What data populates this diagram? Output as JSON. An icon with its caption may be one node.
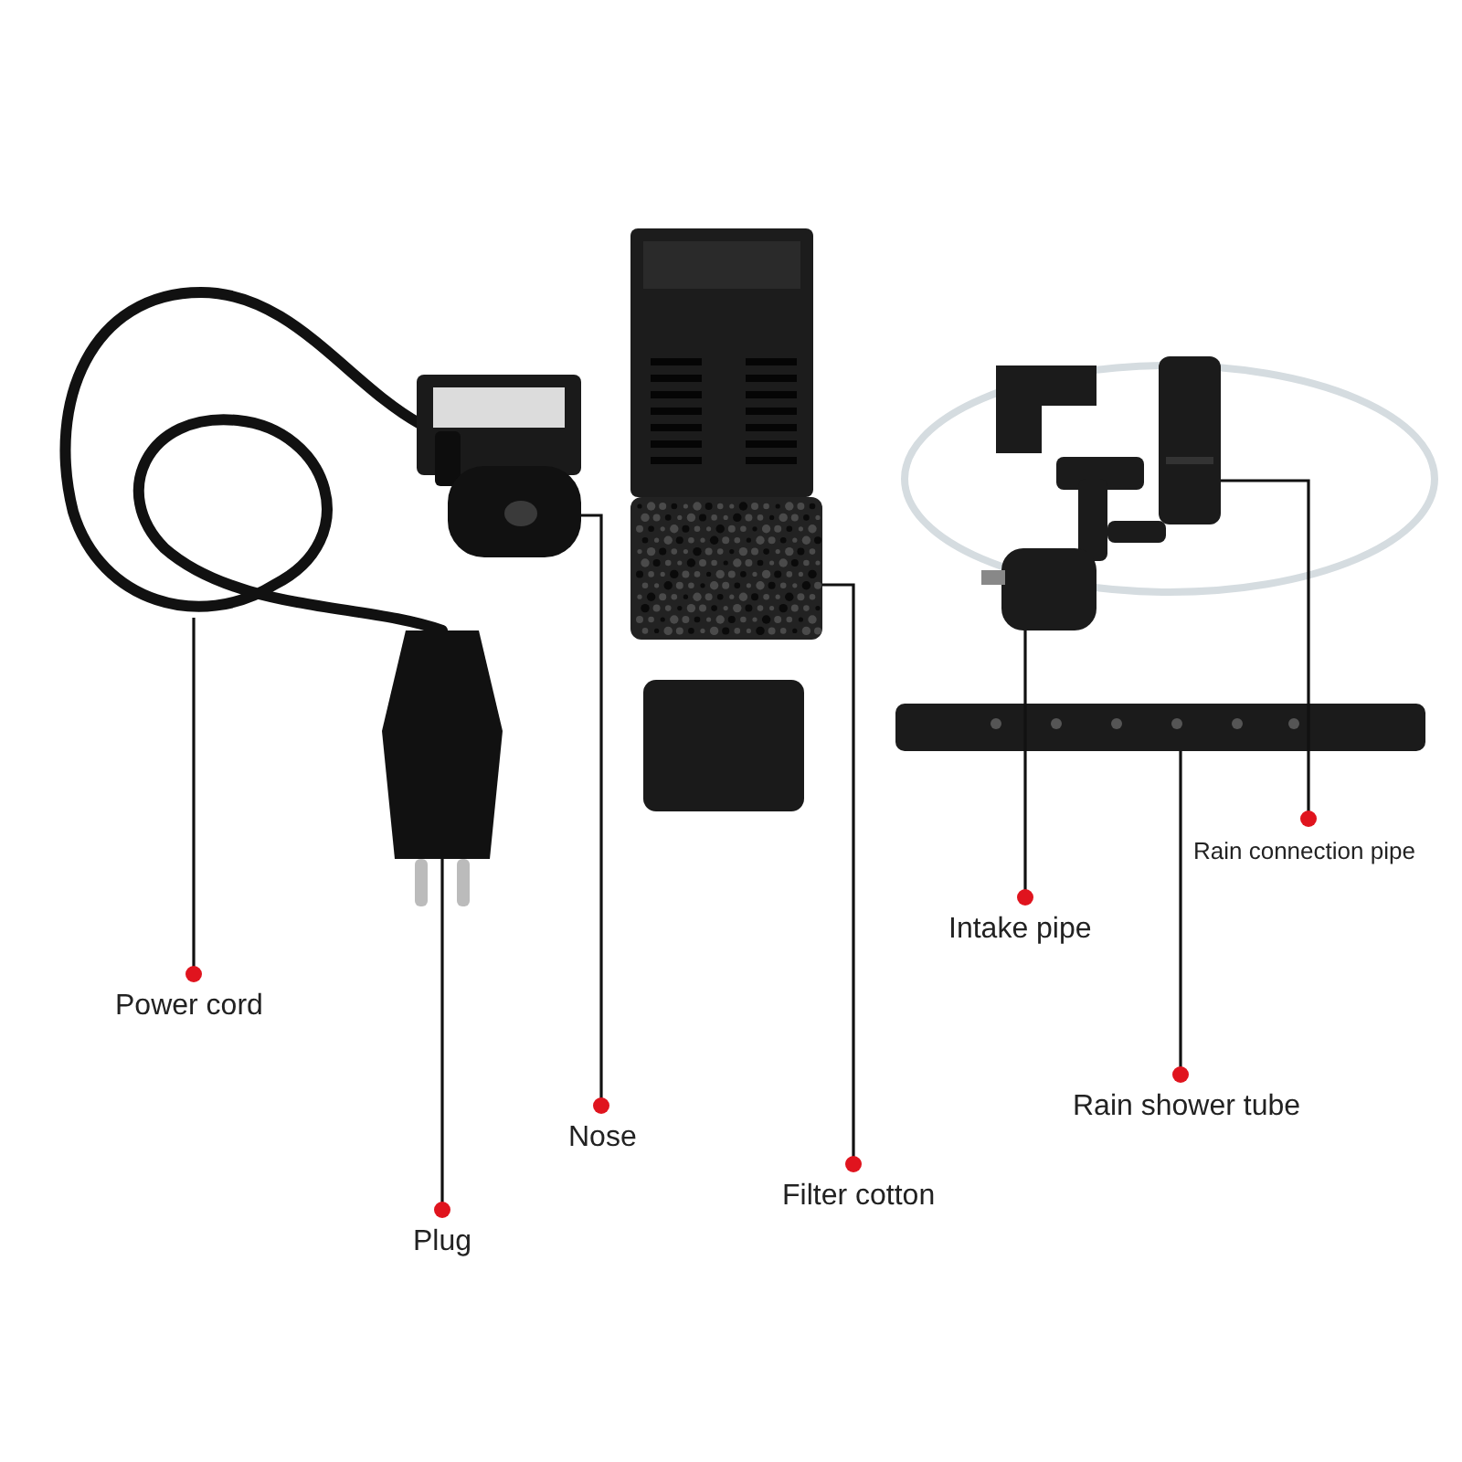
{
  "diagram": {
    "nodes": [
      {
        "text": [
          "Power cord"
        ]
      },
      {
        "text": [],
        "shape": "picture"
      },
      {
        "text": [
          "Plug"
        ]
      },
      {
        "text": [],
        "shape": "picture"
      },
      {
        "text": [
          "Nose"
        ]
      },
      {
        "text": [],
        "shape": "picture"
      },
      {
        "text": [
          "Filter cotton"
        ]
      },
      {
        "text": [],
        "shape": "picture"
      },
      {
        "text": [
          "Intake pipe"
        ]
      },
      {
        "text": [],
        "shape": "picture"
      },
      {
        "text": [
          "Rain shower tube"
        ]
      },
      {
        "text": [],
        "shape": "picture"
      },
      {
        "text": [
          "Rain connection pipe"
        ]
      },
      {
        "text": [],
        "shape": "picture"
      }
    ],
    "edges": [
      {
        "from": 0,
        "to": 1,
        "arrow": "other"
      },
      {
        "from": 2,
        "to": 3,
        "arrow": "other"
      },
      {
        "from": 4,
        "to": 5,
        "arrow": "other"
      },
      {
        "from": 6,
        "to": 7,
        "arrow": "other"
      },
      {
        "from": 8,
        "to": 9,
        "arrow": "other"
      },
      {
        "from": 10,
        "to": 11,
        "arrow": "other"
      },
      {
        "from": 12,
        "to": 13,
        "arrow": "other"
      }
    ]
  }
}
